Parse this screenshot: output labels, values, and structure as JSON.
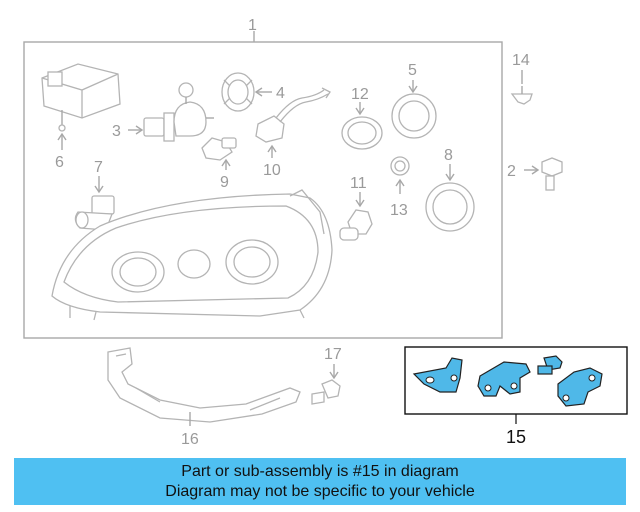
{
  "callouts": {
    "c1": "1",
    "c2": "2",
    "c3": "3",
    "c4": "4",
    "c5": "5",
    "c6": "6",
    "c7": "7",
    "c8": "8",
    "c9": "9",
    "c10": "10",
    "c11": "11",
    "c12": "12",
    "c13": "13",
    "c14": "14",
    "c15": "15",
    "c16": "16",
    "c17": "17"
  },
  "highlight_color": "#4fb8e8",
  "banner": {
    "line1": "Part or sub-assembly is #15 in diagram",
    "line2": "Diagram may not be specific to your vehicle",
    "background": "#4fc0f2"
  }
}
